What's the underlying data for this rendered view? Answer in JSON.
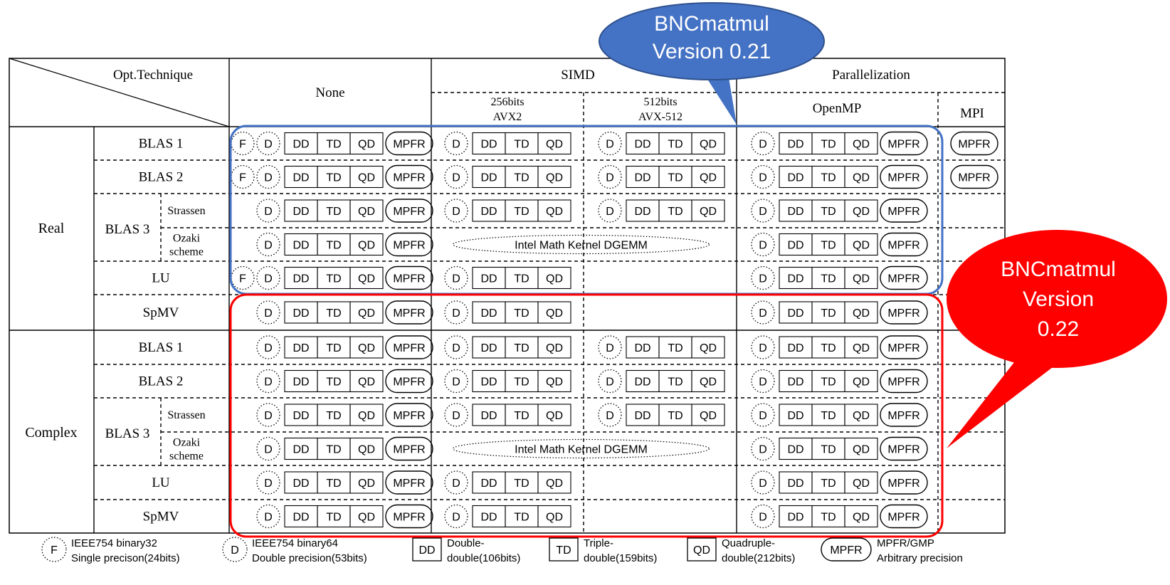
{
  "header": {
    "diag_label": "Opt.Technique",
    "none": "None",
    "simd": "SIMD",
    "parallelization": "Parallelization",
    "avx2_bits": "256bits",
    "avx2_name": "AVX2",
    "avx512_bits": "512bits",
    "avx512_name": "AVX-512",
    "openmp": "OpenMP",
    "mpi": "MPI"
  },
  "groups": {
    "real": "Real",
    "complex": "Complex"
  },
  "rows": [
    {
      "id": "real-blas1",
      "group": "real",
      "label": "BLAS 1",
      "sub": "",
      "none": [
        "F",
        "D",
        "DD",
        "TD",
        "QD",
        "MPFR"
      ],
      "avx2": [
        "D",
        "DD",
        "TD",
        "QD"
      ],
      "avx512": [
        "D",
        "DD",
        "TD",
        "QD"
      ],
      "omp": [
        "D",
        "DD",
        "TD",
        "QD",
        "MPFR"
      ],
      "mpi": [
        "MPFR"
      ]
    },
    {
      "id": "real-blas2",
      "group": "real",
      "label": "BLAS 2",
      "sub": "",
      "none": [
        "F",
        "D",
        "DD",
        "TD",
        "QD",
        "MPFR"
      ],
      "avx2": [
        "D",
        "DD",
        "TD",
        "QD"
      ],
      "avx512": [
        "D",
        "DD",
        "TD",
        "QD"
      ],
      "omp": [
        "D",
        "DD",
        "TD",
        "QD",
        "MPFR"
      ],
      "mpi": [
        "MPFR"
      ]
    },
    {
      "id": "real-blas3-strassen",
      "group": "real",
      "label": "BLAS 3",
      "sub": "Strassen",
      "none": [
        "D",
        "DD",
        "TD",
        "QD",
        "MPFR"
      ],
      "avx2": [
        "D",
        "DD",
        "TD",
        "QD"
      ],
      "avx512": [
        "D",
        "DD",
        "TD",
        "QD"
      ],
      "omp": [
        "D",
        "DD",
        "TD",
        "QD",
        "MPFR"
      ],
      "mpi": []
    },
    {
      "id": "real-blas3-ozaki",
      "group": "real",
      "label": "BLAS 3",
      "sub": "Ozaki scheme",
      "none": [
        "D",
        "DD",
        "TD",
        "QD",
        "MPFR"
      ],
      "simd_span": "Intel Math Kernel DGEMM",
      "omp": [
        "D",
        "DD",
        "TD",
        "QD",
        "MPFR"
      ],
      "mpi": []
    },
    {
      "id": "real-lu",
      "group": "real",
      "label": "LU",
      "sub": "",
      "none": [
        "F",
        "D",
        "DD",
        "TD",
        "QD",
        "MPFR"
      ],
      "avx2": [
        "D",
        "DD",
        "TD",
        "QD"
      ],
      "avx512": [],
      "omp": [
        "D",
        "DD",
        "TD",
        "QD",
        "MPFR"
      ],
      "mpi": []
    },
    {
      "id": "real-spmv",
      "group": "real",
      "label": "SpMV",
      "sub": "",
      "none": [
        "D",
        "DD",
        "TD",
        "QD",
        "MPFR"
      ],
      "avx2": [
        "D",
        "DD",
        "TD",
        "QD"
      ],
      "avx512": [],
      "omp": [
        "D",
        "DD",
        "TD",
        "QD",
        "MPFR"
      ],
      "mpi": []
    },
    {
      "id": "complex-blas1",
      "group": "complex",
      "label": "BLAS 1",
      "sub": "",
      "none": [
        "D",
        "DD",
        "TD",
        "QD",
        "MPFR"
      ],
      "avx2": [
        "D",
        "DD",
        "TD",
        "QD"
      ],
      "avx512": [
        "D",
        "DD",
        "TD",
        "QD"
      ],
      "omp": [
        "D",
        "DD",
        "TD",
        "QD",
        "MPFR"
      ],
      "mpi": []
    },
    {
      "id": "complex-blas2",
      "group": "complex",
      "label": "BLAS 2",
      "sub": "",
      "none": [
        "D",
        "DD",
        "TD",
        "QD",
        "MPFR"
      ],
      "avx2": [
        "D",
        "DD",
        "TD",
        "QD"
      ],
      "avx512": [
        "D",
        "DD",
        "TD",
        "QD"
      ],
      "omp": [
        "D",
        "DD",
        "TD",
        "QD",
        "MPFR"
      ],
      "mpi": []
    },
    {
      "id": "complex-blas3-strassen",
      "group": "complex",
      "label": "BLAS 3",
      "sub": "Strassen",
      "none": [
        "D",
        "DD",
        "TD",
        "QD",
        "MPFR"
      ],
      "avx2": [
        "D",
        "DD",
        "TD",
        "QD"
      ],
      "avx512": [
        "D",
        "DD",
        "TD",
        "QD"
      ],
      "omp": [
        "D",
        "DD",
        "TD",
        "QD",
        "MPFR"
      ],
      "mpi": []
    },
    {
      "id": "complex-blas3-ozaki",
      "group": "complex",
      "label": "BLAS 3",
      "sub": "Ozaki scheme",
      "none": [
        "D",
        "DD",
        "TD",
        "QD",
        "MPFR"
      ],
      "simd_span": "Intel Math Kernel DGEMM",
      "omp": [
        "D",
        "DD",
        "TD",
        "QD",
        "MPFR"
      ],
      "mpi": []
    },
    {
      "id": "complex-lu",
      "group": "complex",
      "label": "LU",
      "sub": "",
      "none": [
        "D",
        "DD",
        "TD",
        "QD",
        "MPFR"
      ],
      "avx2": [
        "D",
        "DD",
        "TD",
        "QD"
      ],
      "avx512": [],
      "omp": [
        "D",
        "DD",
        "TD",
        "QD",
        "MPFR"
      ],
      "mpi": []
    },
    {
      "id": "complex-spmv",
      "group": "complex",
      "label": "SpMV",
      "sub": "",
      "none": [
        "D",
        "DD",
        "TD",
        "QD",
        "MPFR"
      ],
      "avx2": [
        "D",
        "DD",
        "TD",
        "QD"
      ],
      "avx512": [],
      "omp": [
        "D",
        "DD",
        "TD",
        "QD",
        "MPFR"
      ],
      "mpi": []
    }
  ],
  "callouts": [
    {
      "id": "v021",
      "text": [
        "BNCmatmul",
        "Version 0.21"
      ],
      "color": "#4472C4"
    },
    {
      "id": "v022",
      "text": [
        "BNCmatmul",
        "Version",
        "0.22"
      ],
      "color": "#FF0000"
    }
  ],
  "legend": [
    {
      "sym": "F",
      "line1": "IEEE754 binary32",
      "line2": "Single precison(24bits)"
    },
    {
      "sym": "D",
      "line1": "IEEE754 binary64",
      "line2": "Double precision(53bits)"
    },
    {
      "sym": "DD",
      "line1": "Double-",
      "line2": "double(106bits)"
    },
    {
      "sym": "TD",
      "line1": "Triple-",
      "line2": "double(159bits)"
    },
    {
      "sym": "QD",
      "line1": "Quadruple-",
      "line2": "double(212bits)"
    },
    {
      "sym": "MPFR",
      "line1": "MPFR/GMP",
      "line2": "Arbitrary precision"
    }
  ],
  "colors": {
    "blue": "#4472C4",
    "red": "#FF0000"
  }
}
